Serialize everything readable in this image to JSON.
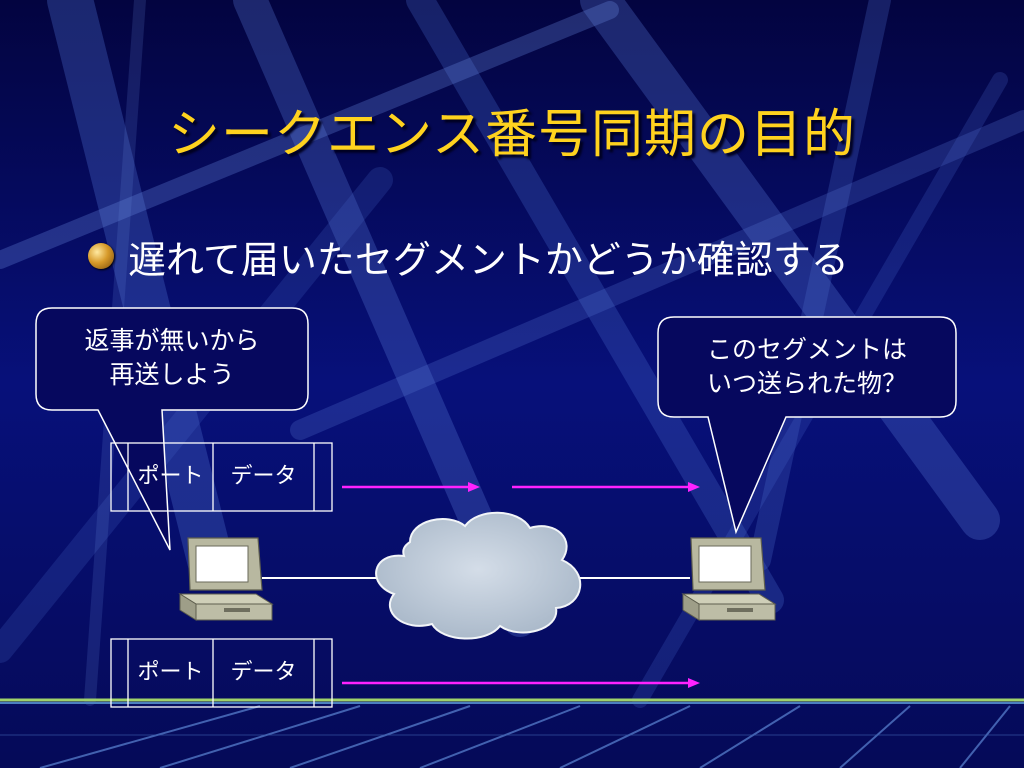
{
  "slide": {
    "title": "シークエンス番号同期の目的",
    "bullet": "遅れて届いたセグメントかどうか確認する"
  },
  "callouts": {
    "sender_line1": "返事が無いから",
    "sender_line2": "再送しよう",
    "receiver_line1": "このセグメントは",
    "receiver_line2": "いつ送られた物？"
  },
  "segments": {
    "top": {
      "port": "ポート",
      "data": "データ"
    },
    "bottom": {
      "port": "ポート",
      "data": "データ"
    }
  },
  "colors": {
    "background": "#06085e",
    "title": "#ffd21e",
    "arrow": "#ff22ff",
    "cloud": "#b6c3d2"
  },
  "icons": [
    "computer-icon",
    "cloud-icon",
    "arrow-icon"
  ]
}
